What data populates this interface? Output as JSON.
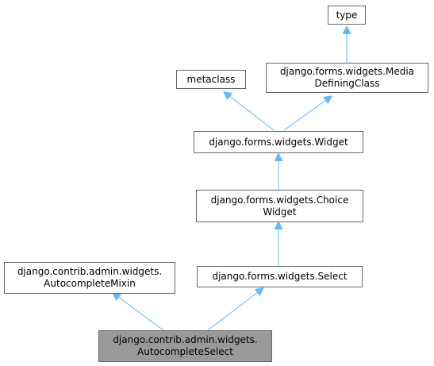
{
  "diagram": {
    "colors": {
      "edge": "#63b8ff",
      "node_border": "#666666",
      "node_fill": "#ffffff",
      "current_fill": "#999999"
    },
    "nodes": {
      "type": {
        "lines": [
          "type"
        ]
      },
      "metaclass": {
        "lines": [
          "metaclass"
        ]
      },
      "media_defining_class": {
        "lines": [
          "django.forms.widgets.Media",
          "DefiningClass"
        ]
      },
      "widget": {
        "lines": [
          "django.forms.widgets.Widget"
        ]
      },
      "choice_widget": {
        "lines": [
          "django.forms.widgets.Choice",
          "Widget"
        ]
      },
      "autocomplete_mixin": {
        "lines": [
          "django.contrib.admin.widgets.",
          "AutocompleteMixin"
        ]
      },
      "select": {
        "lines": [
          "django.forms.widgets.Select"
        ]
      },
      "autocomplete_select": {
        "lines": [
          "django.contrib.admin.widgets.",
          "AutocompleteSelect"
        ]
      }
    }
  }
}
